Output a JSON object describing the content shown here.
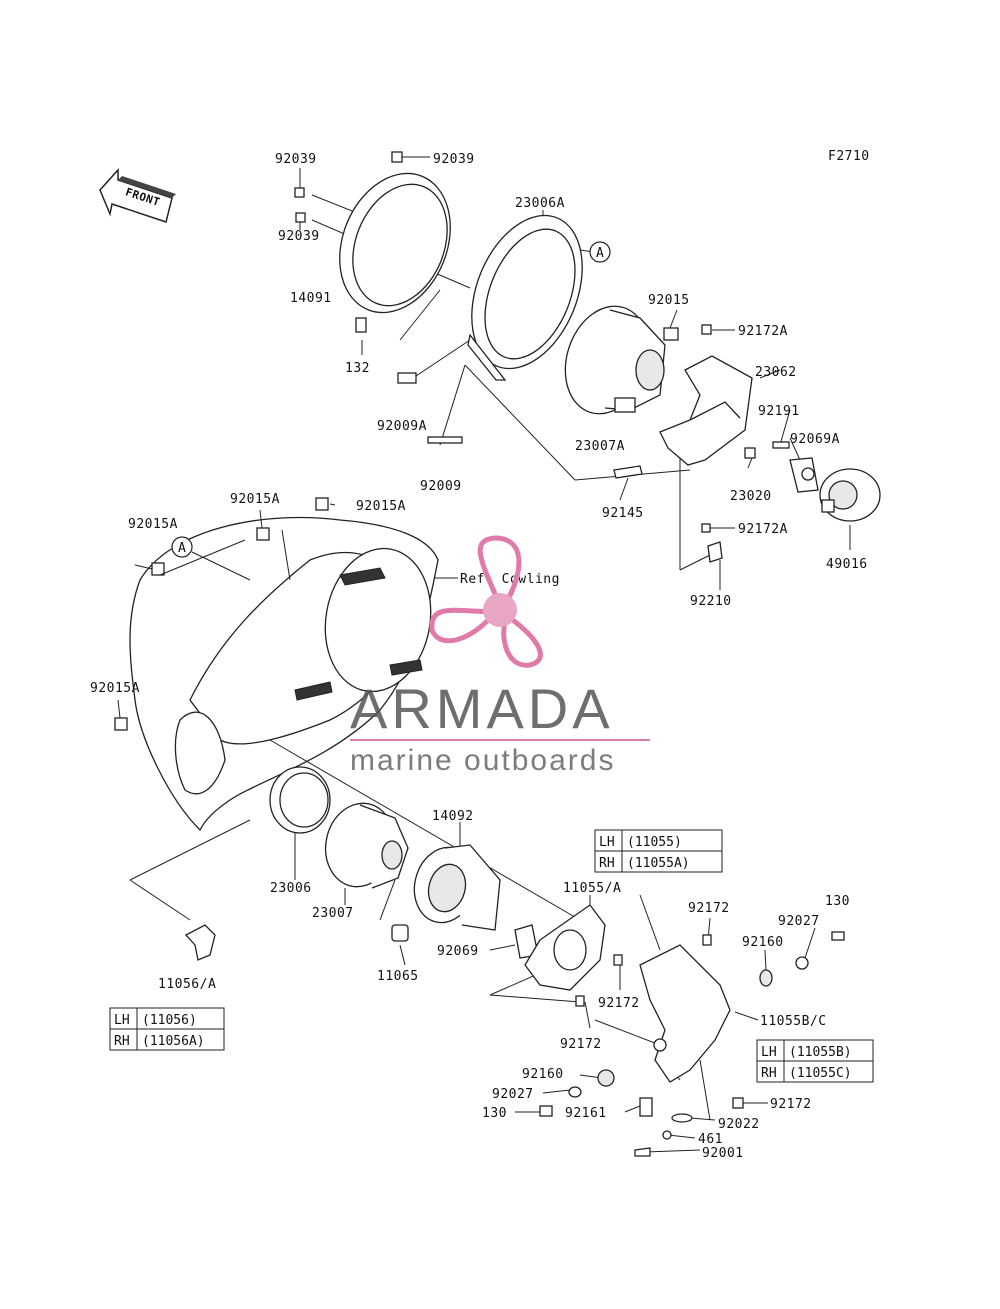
{
  "figure_code": "F2710",
  "front_label": "FRONT",
  "ref_label": "Ref. Cowling",
  "callout_a": "A",
  "watermark": {
    "brand": "ARMADA",
    "tagline": "marine outboards",
    "logo_color": "#e07aa8"
  },
  "parts": {
    "p92039_top": "92039",
    "p92039_a": "92039",
    "p92039_b": "92039",
    "p23006A": "23006A",
    "p14091": "14091",
    "p132": "132",
    "p92009A": "92009A",
    "p92009": "92009",
    "p92015": "92015",
    "p92172A_top": "92172A",
    "p23062": "23062",
    "p92191": "92191",
    "p92069A": "92069A",
    "p23007A": "23007A",
    "p23020": "23020",
    "p92145": "92145",
    "p92172A_bot": "92172A",
    "p49016": "49016",
    "p92210": "92210",
    "p92015A_1": "92015A",
    "p92015A_2": "92015A",
    "p92015A_3": "92015A",
    "p92015A_4": "92015A",
    "p14092": "14092",
    "p23006": "23006",
    "p23007": "23007",
    "p11065": "11065",
    "p92069": "92069",
    "p11055A": "11055/A",
    "p92172_1": "92172",
    "p92172_2": "92172",
    "p92172_3": "92172",
    "p92172_4": "92172",
    "p130_1": "130",
    "p130_2": "130",
    "p92027_1": "92027",
    "p92027_2": "92027",
    "p92160_1": "92160",
    "p92160_2": "92160",
    "p11055BC": "11055B/C",
    "p92161": "92161",
    "p92022": "92022",
    "p461": "461",
    "p92001": "92001",
    "p11056A": "11056/A"
  },
  "tables": {
    "t1": {
      "lh": "LH",
      "lh_val": "(11055)",
      "rh": "RH",
      "rh_val": "(11055A)"
    },
    "t2": {
      "lh": "LH",
      "lh_val": "(11055B)",
      "rh": "RH",
      "rh_val": "(11055C)"
    },
    "t3": {
      "lh": "LH",
      "lh_val": "(11056)",
      "rh": "RH",
      "rh_val": "(11056A)"
    }
  }
}
